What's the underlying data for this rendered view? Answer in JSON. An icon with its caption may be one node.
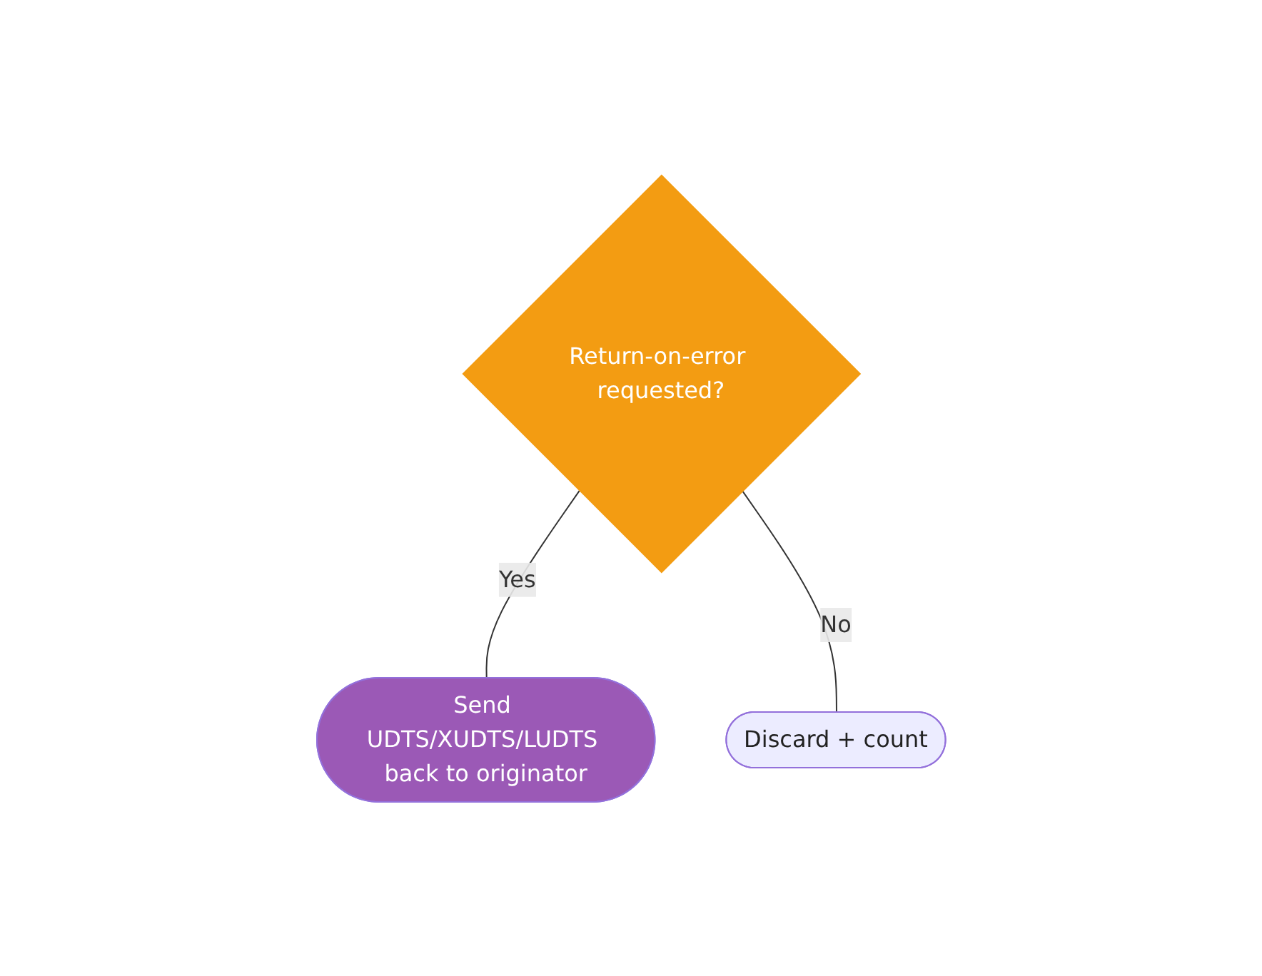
{
  "diagram": {
    "nodes": [
      {
        "text": [
          "Return-on-error requested?"
        ]
      },
      {
        "text": [
          "Send UDTS/XUDTS/LUDTS back to originator"
        ]
      },
      {
        "text": [
          "Discard + count"
        ]
      }
    ],
    "edges": [
      {
        "from": 0,
        "to": 1,
        "label": "Yes",
        "arrow": "none"
      },
      {
        "from": 0,
        "to": 2,
        "label": "No",
        "arrow": "none"
      }
    ]
  }
}
